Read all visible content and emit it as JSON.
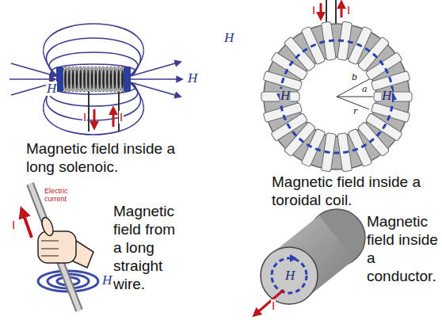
{
  "diagram": {
    "labels": [
      "H",
      "H",
      "H",
      "I",
      "I",
      "Magnetic field inside a long solenoic.",
      "I",
      "I",
      "H",
      "H",
      "b",
      "a",
      "r",
      "Magnetic field inside a toroidal coil.",
      "Electric current",
      "I",
      "H",
      "Magnetic field from a long straight wire.",
      "H",
      "I",
      "Magnetic field inside a conductor."
    ]
  }
}
